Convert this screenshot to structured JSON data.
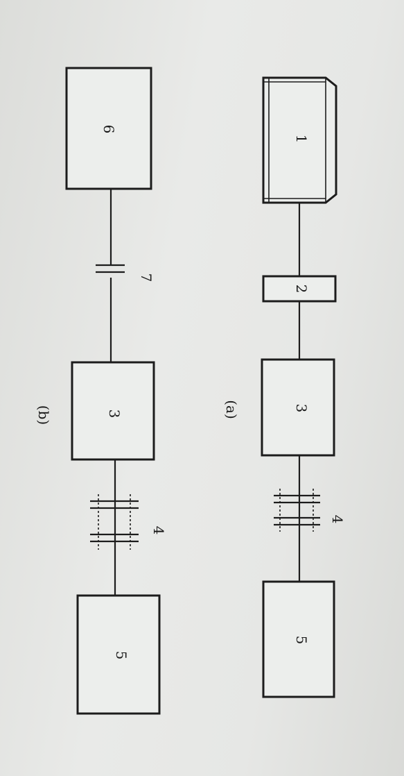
{
  "diagram_a": {
    "caption": "(a)",
    "labels": {
      "c1": "1",
      "c2": "2",
      "c3": "3",
      "c4": "4",
      "c5": "5"
    }
  },
  "diagram_b": {
    "caption": "(b)",
    "labels": {
      "c6": "6",
      "c7": "7",
      "c3": "3",
      "c4": "4",
      "c5": "5"
    }
  }
}
